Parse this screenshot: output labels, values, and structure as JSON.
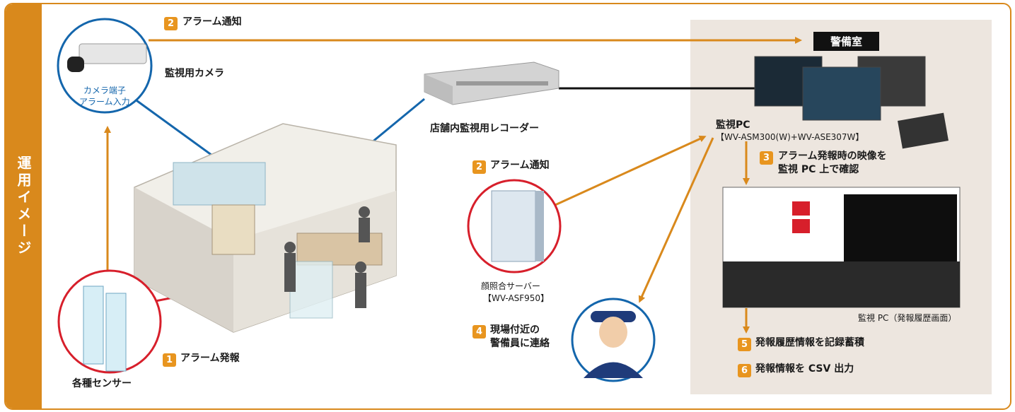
{
  "sidebar": {
    "label": "運用イメージ"
  },
  "nodes": {
    "camera": {
      "label": "監視用カメラ",
      "badge": "カメラ端子\nアラーム入力"
    },
    "recorder": {
      "label": "店舗内監視用レコーダー"
    },
    "sensor": {
      "label": "各種センサー"
    },
    "face_server": {
      "label": "顔照合サーバー",
      "model": "【WV-ASF950】"
    },
    "monitor_pc": {
      "label": "監視PC",
      "model": "【WV-ASM300(W)+WV-ASE307W】"
    },
    "history_screen": {
      "label": "監視 PC（発報履歴画面）"
    },
    "guard_room": {
      "label": "警備室"
    }
  },
  "steps": [
    {
      "num": "1",
      "label": "アラーム発報",
      "color": "#e8951f"
    },
    {
      "num": "2",
      "label": "アラーム通知",
      "color": "#e8951f"
    },
    {
      "num": "2",
      "label": "アラーム通知",
      "color": "#e8951f"
    },
    {
      "num": "3",
      "label": "アラーム発報時の映像を\n監視 PC 上で確認",
      "color": "#e8951f"
    },
    {
      "num": "4",
      "label": "現場付近の\n警備員に連絡",
      "color": "#e8951f"
    },
    {
      "num": "5",
      "label": "発報履歴情報を記録蓄積",
      "color": "#e8951f"
    },
    {
      "num": "6",
      "label": "発報情報を CSV 出力",
      "color": "#e8951f"
    }
  ],
  "colors": {
    "accent": "#d9891c",
    "blue_line": "#1466ac",
    "red_line": "#d71f2b",
    "bg_room": "#ede6df"
  }
}
